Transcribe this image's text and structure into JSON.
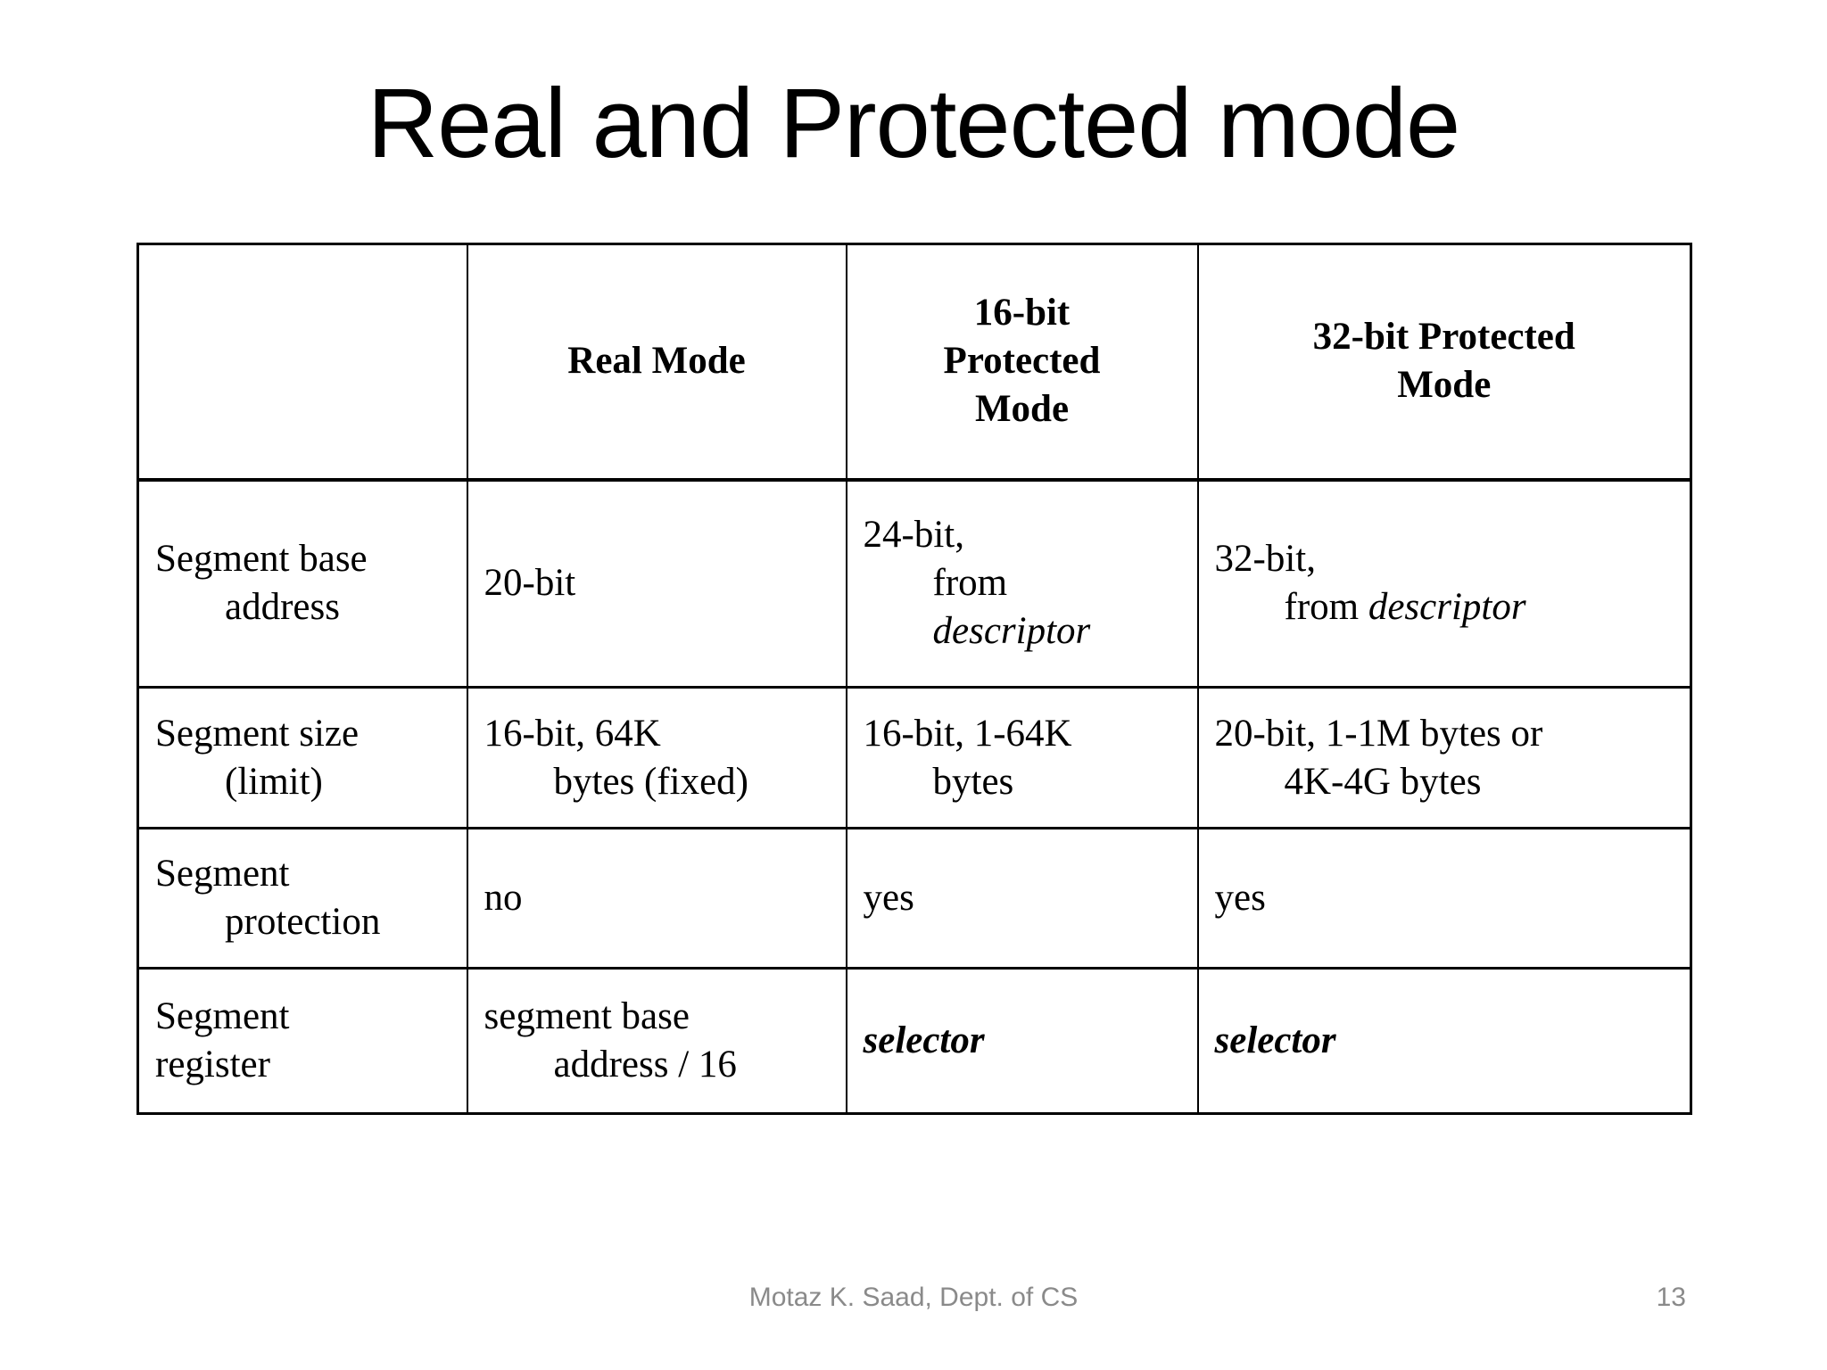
{
  "title": "Real and Protected mode",
  "colors": {
    "background": "#ffffff",
    "text": "#000000",
    "table_border": "#000000",
    "footer_text": "#8a8a8a"
  },
  "table": {
    "headers": [
      {
        "lines": []
      },
      {
        "lines": [
          "Real Mode"
        ]
      },
      {
        "lines": [
          "16-bit",
          "Protected",
          "Mode"
        ]
      },
      {
        "lines": [
          "32-bit Protected",
          "Mode"
        ]
      }
    ],
    "rows": [
      {
        "label": [
          {
            "parts": [
              {
                "t": "Segment base"
              }
            ]
          },
          {
            "indent": true,
            "parts": [
              {
                "t": "address"
              }
            ]
          }
        ],
        "cells": [
          [
            {
              "parts": [
                {
                  "t": "20-bit"
                }
              ]
            }
          ],
          [
            {
              "parts": [
                {
                  "t": "24-bit,"
                }
              ]
            },
            {
              "indent": true,
              "parts": [
                {
                  "t": "from"
                }
              ]
            },
            {
              "indent": true,
              "parts": [
                {
                  "t": "descriptor",
                  "i": true
                }
              ]
            }
          ],
          [
            {
              "parts": [
                {
                  "t": "32-bit,"
                }
              ]
            },
            {
              "indent": true,
              "parts": [
                {
                  "t": "from "
                },
                {
                  "t": "descriptor",
                  "i": true
                }
              ]
            }
          ]
        ]
      },
      {
        "label": [
          {
            "parts": [
              {
                "t": "Segment size"
              }
            ]
          },
          {
            "indent": true,
            "parts": [
              {
                "t": "(limit)"
              }
            ]
          }
        ],
        "cells": [
          [
            {
              "parts": [
                {
                  "t": "16-bit, 64K"
                }
              ]
            },
            {
              "indent": true,
              "parts": [
                {
                  "t": "bytes (fixed)"
                }
              ]
            }
          ],
          [
            {
              "parts": [
                {
                  "t": "16-bit, 1-64K"
                }
              ]
            },
            {
              "indent": true,
              "parts": [
                {
                  "t": "bytes"
                }
              ]
            }
          ],
          [
            {
              "parts": [
                {
                  "t": "20-bit, 1-1M bytes or"
                }
              ]
            },
            {
              "indent": true,
              "parts": [
                {
                  "t": "4K-4G bytes"
                }
              ]
            }
          ]
        ]
      },
      {
        "label": [
          {
            "parts": [
              {
                "t": "Segment"
              }
            ]
          },
          {
            "indent": true,
            "parts": [
              {
                "t": "protection"
              }
            ]
          }
        ],
        "cells": [
          [
            {
              "parts": [
                {
                  "t": "no"
                }
              ]
            }
          ],
          [
            {
              "parts": [
                {
                  "t": "yes"
                }
              ]
            }
          ],
          [
            {
              "parts": [
                {
                  "t": "yes"
                }
              ]
            }
          ]
        ]
      },
      {
        "label": [
          {
            "parts": [
              {
                "t": "Segment"
              }
            ]
          },
          {
            "parts": [
              {
                "t": "register"
              }
            ]
          }
        ],
        "cells": [
          [
            {
              "parts": [
                {
                  "t": "segment base"
                }
              ]
            },
            {
              "indent": true,
              "parts": [
                {
                  "t": "address / 16"
                }
              ]
            }
          ],
          [
            {
              "parts": [
                {
                  "t": "selector",
                  "i": true,
                  "b": true
                }
              ]
            }
          ],
          [
            {
              "parts": [
                {
                  "t": "selector",
                  "i": true,
                  "b": true
                }
              ]
            }
          ]
        ]
      }
    ]
  },
  "footer": {
    "author": "Motaz K. Saad, Dept. of CS",
    "page": "13"
  }
}
